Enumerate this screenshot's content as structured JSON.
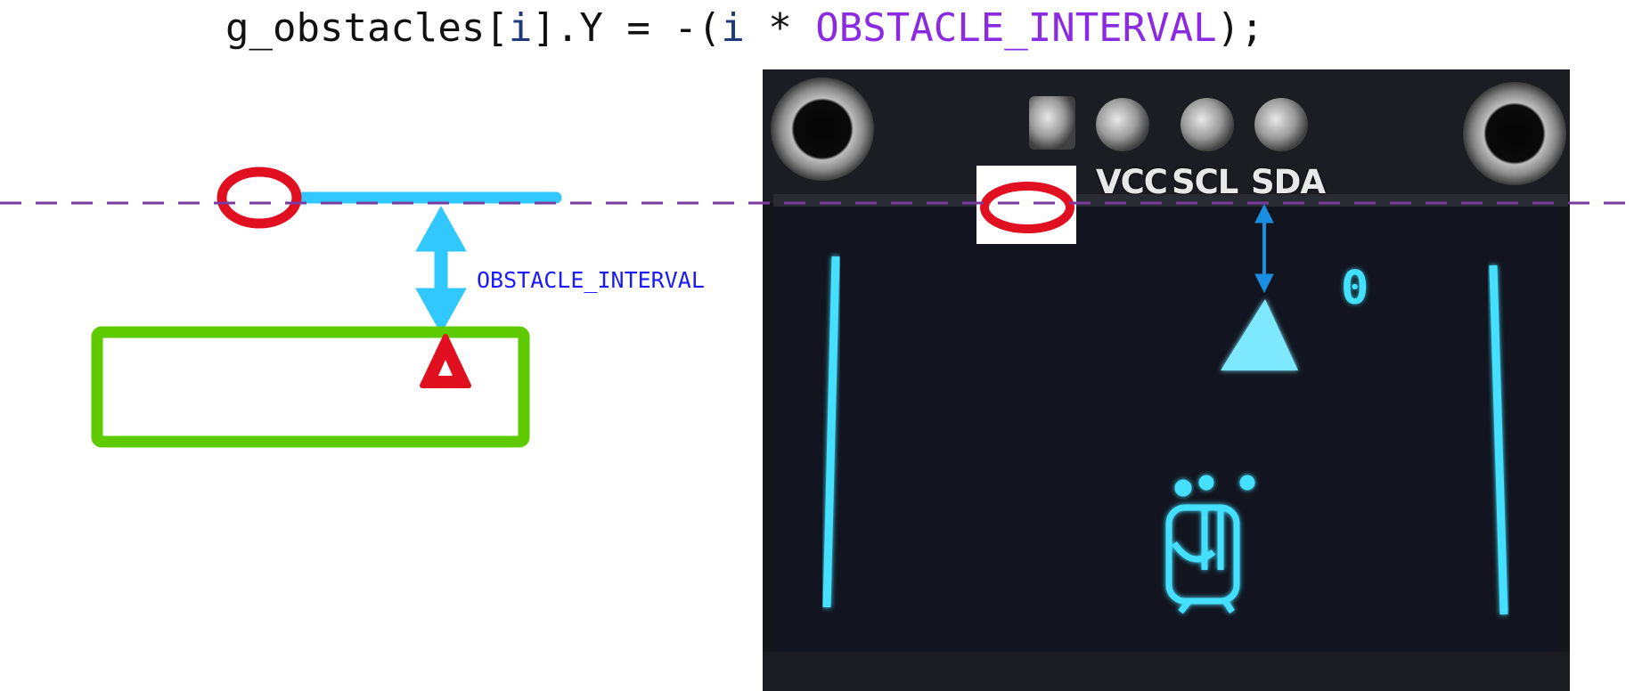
{
  "code": {
    "tokens": [
      {
        "text": "g_obstacles[",
        "role": "plain"
      },
      {
        "text": "i",
        "role": "var"
      },
      {
        "text": "].Y = -(",
        "role": "plain"
      },
      {
        "text": "i",
        "role": "var"
      },
      {
        "text": " * ",
        "role": "plain"
      },
      {
        "text": "OBSTACLE_INTERVAL",
        "role": "macro"
      },
      {
        "text": ");",
        "role": "plain"
      }
    ]
  },
  "diagram": {
    "interval_label": "OBSTACLE_INTERVAL"
  },
  "photo": {
    "pin_labels": [
      "VCC",
      "SCL",
      "SDA"
    ],
    "score": "0"
  },
  "colors": {
    "code_plain": "#111111",
    "code_var": "#1f3a7a",
    "code_macro": "#8a2be2",
    "label_blue": "#1a1aff",
    "dashed_line": "#7a3aa0",
    "marker_red": "#e01020",
    "arrow_cyan": "#30c8ff",
    "arrow_blue": "#1a8ee0",
    "obstacle_green": "#5ecb00",
    "oled_cyan": "#44e0ff",
    "board_black": "#15161a",
    "screen_dark": "#12151f"
  },
  "icons": {
    "reference_marker": "red-ellipse-icon",
    "player_marker": "red-triangle-icon",
    "interval_arrow": "double-arrow-icon"
  }
}
